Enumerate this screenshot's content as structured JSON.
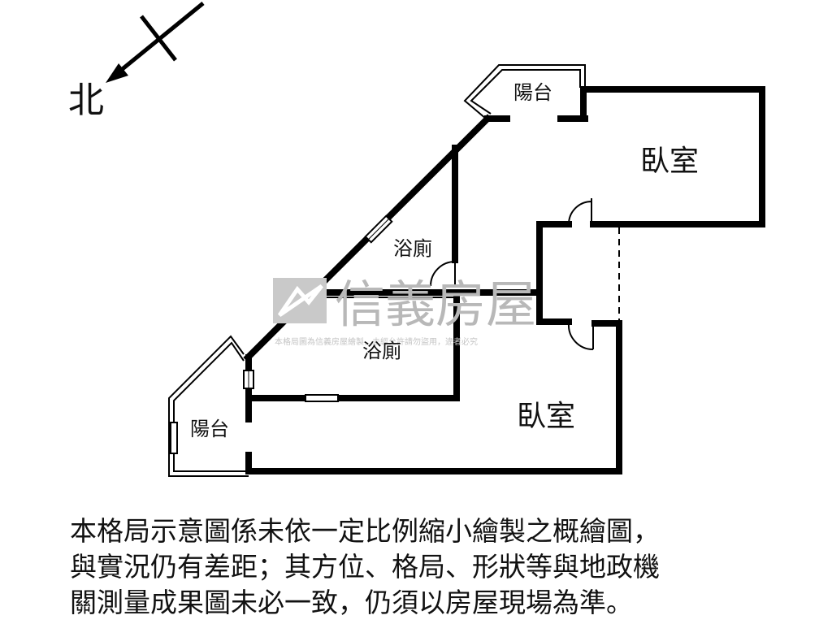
{
  "compass": {
    "label": "北"
  },
  "rooms": {
    "balcony_top": "陽台",
    "bedroom_top": "臥室",
    "bath_upper": "浴廁",
    "bath_lower": "浴廁",
    "balcony_left": "陽台",
    "bedroom_bottom": "臥室"
  },
  "watermark": {
    "brand": "信義房屋",
    "notice": "本格局圖為信義房屋繪製，未經允許請勿盜用，違者必究"
  },
  "disclaimer": {
    "line1": "本格局示意圖係未依一定比例縮小繪製之概繪圖，",
    "line2": "與實況仍有差距；其方位、格局、形狀等與地政機",
    "line3": "關測量成果圖未必一致，仍須以房屋現場為準。"
  }
}
